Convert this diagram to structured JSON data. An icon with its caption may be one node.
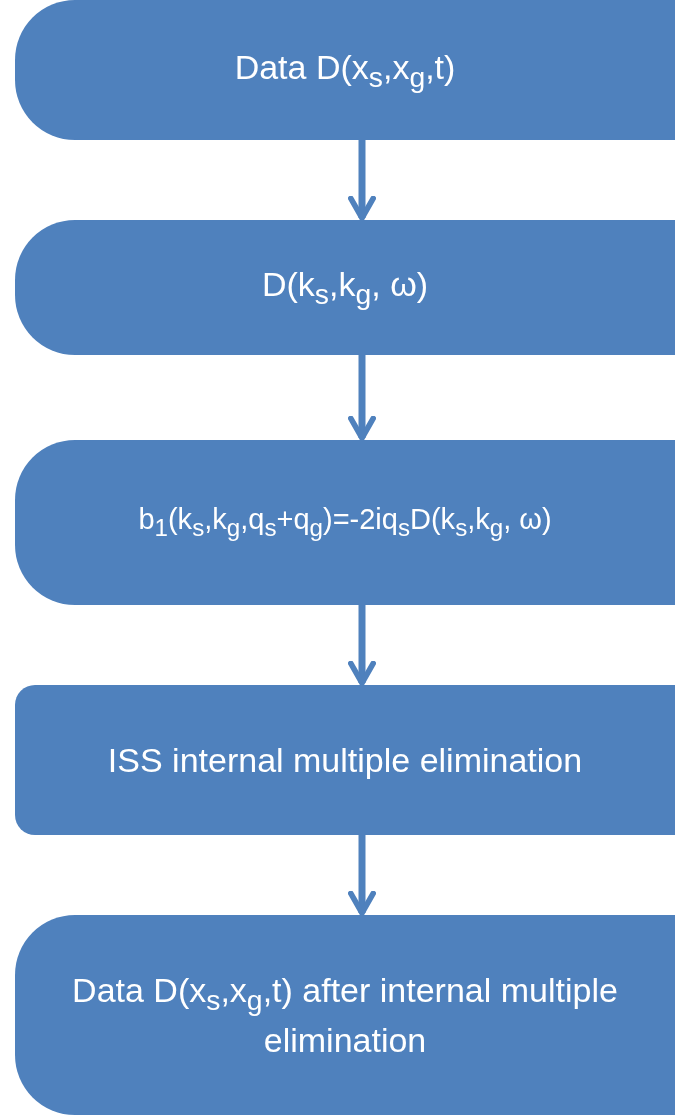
{
  "diagram": {
    "nodes": [
      {
        "text": [
          "Data D(x$_{s}$,x$_{g}$,t)"
        ]
      },
      {
        "text": [
          "D(k$_{s}$,k$_{g}$, ω)"
        ]
      },
      {
        "text": [
          "b$_{1}$(k$_{s}$,k$_{g}$,q$_{s}$+q$_{g}$)=-2iq$_{s}$D(k$_{s}$,k$_{g}$, ω)"
        ]
      },
      {
        "text": [
          "ISS internal multiple elimination"
        ]
      },
      {
        "text": [
          "Data D(x$_{s}$,x$_{g}$,t) after internal multiple elimination"
        ]
      }
    ],
    "edges": [
      {
        "from": 0,
        "to": 1,
        "arrow": "to"
      },
      {
        "from": 1,
        "to": 2,
        "arrow": "to"
      },
      {
        "from": 2,
        "to": 3,
        "arrow": "to"
      },
      {
        "from": 3,
        "to": 4,
        "arrow": "to"
      }
    ]
  }
}
